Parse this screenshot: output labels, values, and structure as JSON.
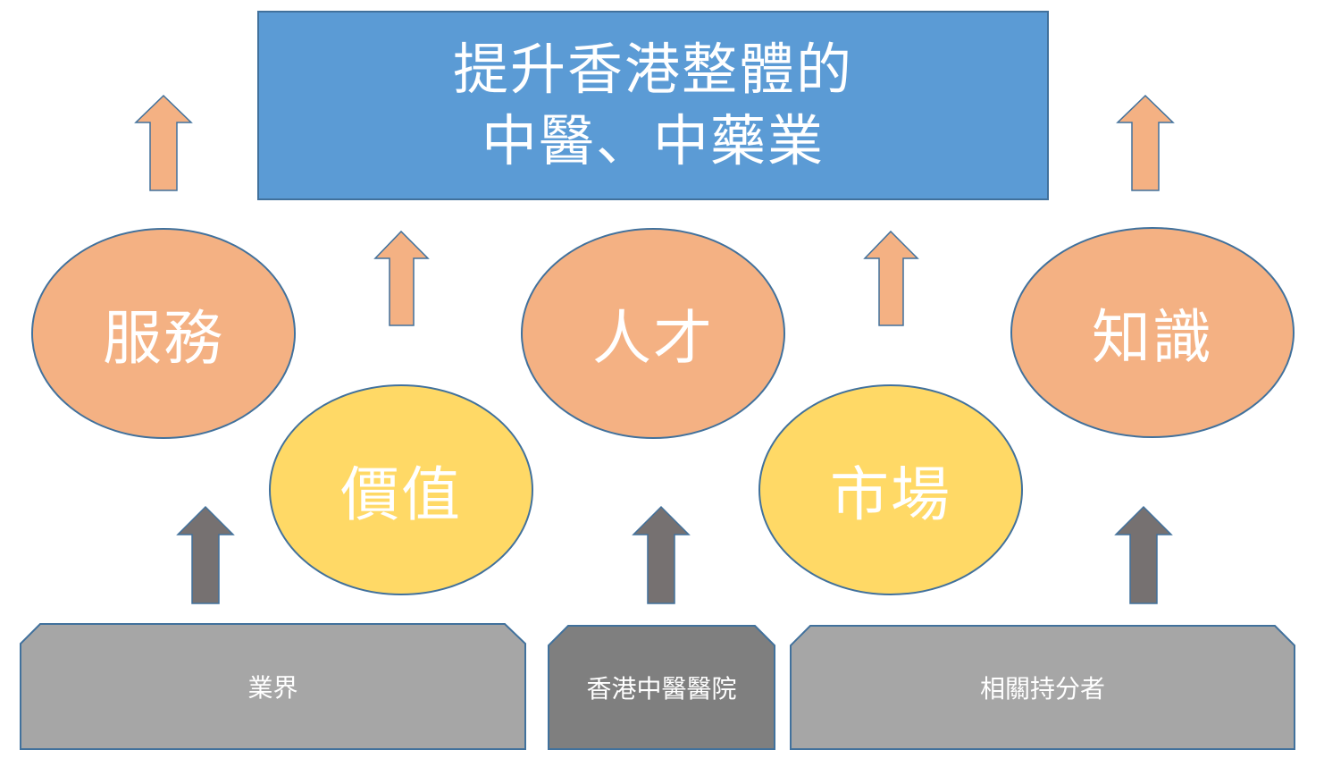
{
  "title": {
    "line1": "提升香港整體的",
    "line2": "中醫、中藥業"
  },
  "outcomes": [
    {
      "id": "service",
      "label": "服務"
    },
    {
      "id": "talent",
      "label": "人才"
    },
    {
      "id": "knowledge",
      "label": "知識"
    }
  ],
  "drivers": [
    {
      "id": "value",
      "label": "價值"
    },
    {
      "id": "market",
      "label": "市場"
    }
  ],
  "stakeholders": [
    {
      "id": "industry",
      "label": "業界"
    },
    {
      "id": "hospital",
      "label": "香港中醫醫院"
    },
    {
      "id": "related",
      "label": "相關持分者"
    }
  ],
  "colors": {
    "title_fill": "#5b9bd5",
    "title_border": "#41719c",
    "outcome_fill": "#f4b183",
    "driver_fill": "#ffd966",
    "stakeholder_fill": "#a6a6a6",
    "hospital_fill": "#7f7f7f",
    "up_arrow_orange": "#f4b183",
    "up_arrow_gray": "#767171",
    "outline": "#41719c"
  }
}
